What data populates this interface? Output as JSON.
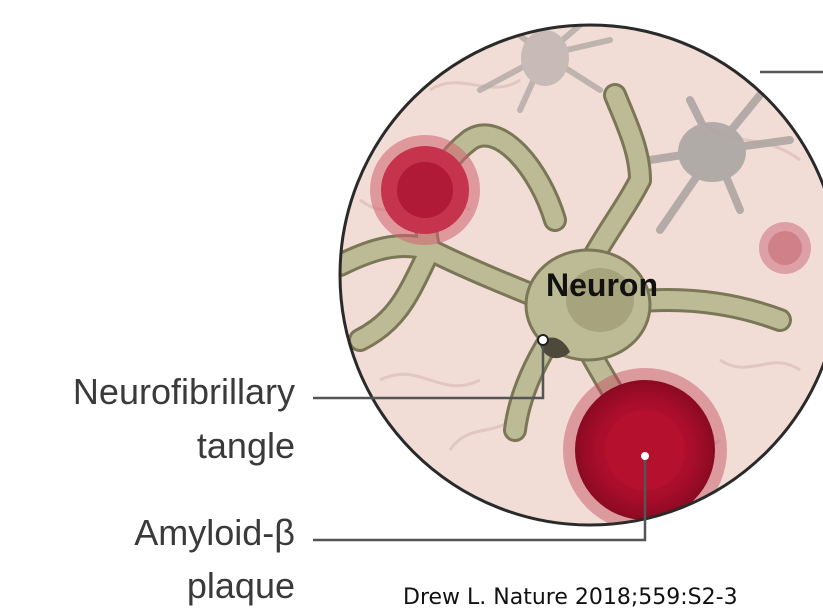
{
  "diagram": {
    "center_label": "Neuron",
    "callouts": {
      "tangle": {
        "line1": "Neurofibrillary",
        "line2": "tangle"
      },
      "amyloid": {
        "line1": "Amyloid-β",
        "line2": "plaque"
      }
    },
    "citation": "Drew L. Nature 2018;559:S2-3"
  },
  "colors": {
    "tissue_background": "#f1ddd6",
    "circle_border": "#2a2a2a",
    "neuron_body": "#bdbb95",
    "neuron_outline": "#7a7656",
    "plaque_red": "#b3102e",
    "small_plaque": "#c8485e",
    "faded_cell": "#b5aeaa",
    "leader_line": "#555555"
  }
}
